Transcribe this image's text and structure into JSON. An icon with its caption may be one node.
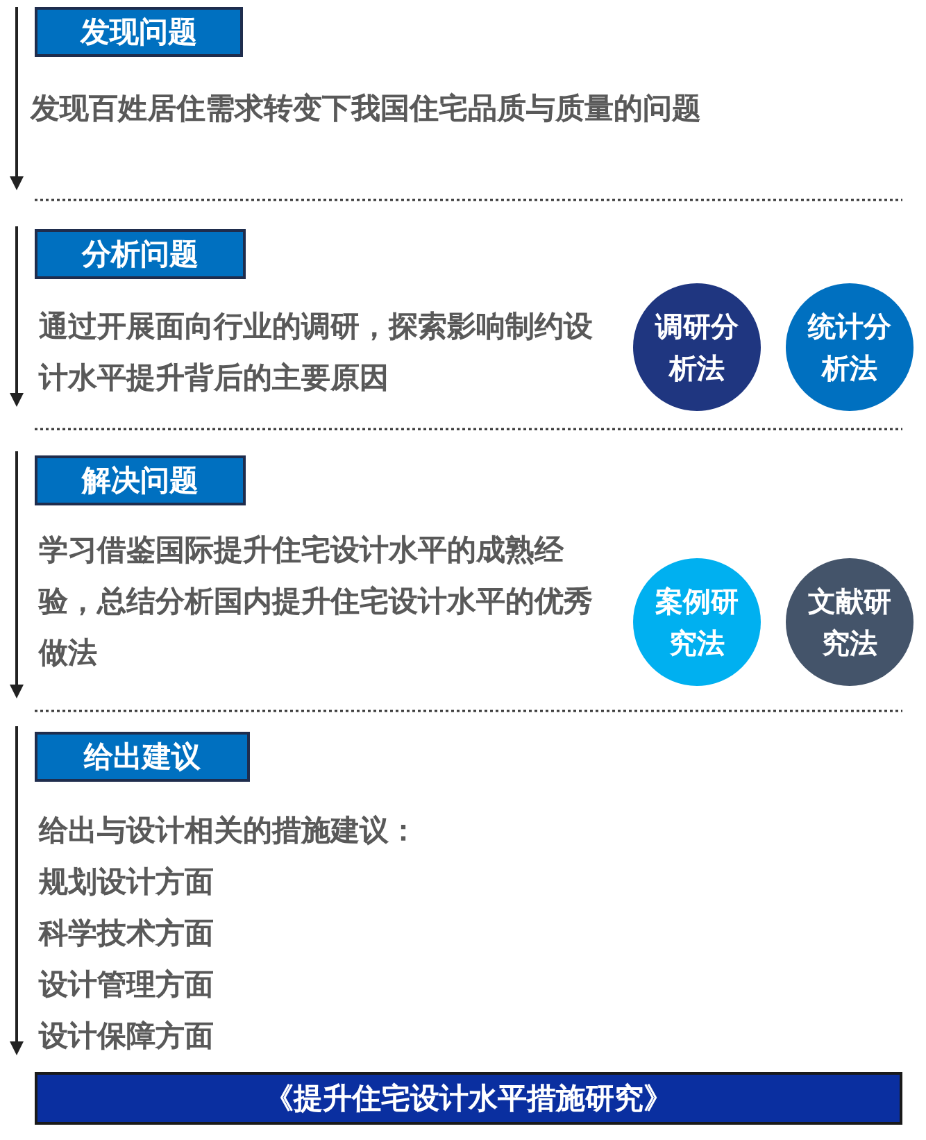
{
  "diagram": {
    "nodes": [
      {
        "text": [
          "发现问题"
        ]
      },
      {
        "text": [
          "分析问题"
        ]
      },
      {
        "text": [
          "调研分析法"
        ]
      },
      {
        "text": [
          "统计分析法"
        ]
      },
      {
        "text": [
          "解决问题"
        ]
      },
      {
        "text": [
          "案例研究法"
        ]
      },
      {
        "text": [
          "文献研究法"
        ]
      },
      {
        "text": [
          "给出建议"
        ]
      },
      {
        "text": [
          "《提升住宅设计水平措施研究》"
        ]
      }
    ],
    "edges": [],
    "labels": [
      "发现百姓居住需求转变下我国住宅品质与质量的问题",
      "通过开展面向行业的调研，探索影响制约设计水平提升背后的主要原因",
      "学习借鉴国际提升住宅设计水平的成熟经验，总结分析国内提升住宅设计水平的优秀做法",
      "给出与设计相关的措施建议：",
      "规划设计方面",
      "科学技术方面",
      "设计管理方面",
      "设计保障方面"
    ]
  }
}
